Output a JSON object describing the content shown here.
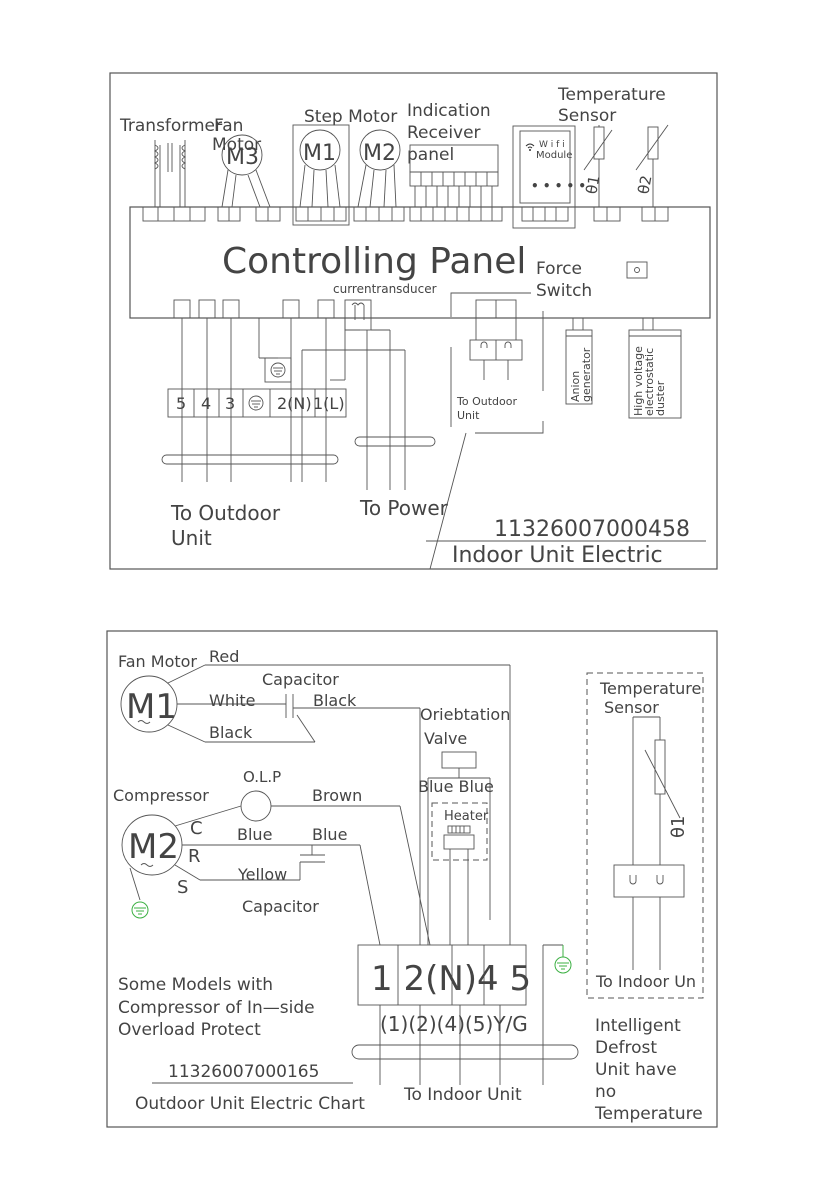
{
  "indoor": {
    "labels": {
      "transformer": "Transformer",
      "fan_motor_1": "Fan",
      "fan_motor_2": "Motor",
      "step_motor": "Step Motor",
      "indication_1": "Indication",
      "indication_2": "Receiver",
      "indication_3": "panel",
      "temp_sensor_1": "Temperature",
      "temp_sensor_2": "Sensor",
      "wifi_1": "W i f i",
      "wifi_2": "Module",
      "m3": "M3",
      "m1": "M1",
      "m2": "M2",
      "theta1": "θ1",
      "theta2": "θ2",
      "panel_title": "Controlling   Panel",
      "current_transducer": "currentransducer",
      "force_1": "Force",
      "force_2": "Switch",
      "term_5": "5",
      "term_4": "4",
      "term_3": "3",
      "term_2n": "2(N)",
      "term_1l": "1(L)",
      "to_outdoor_small_1": "To Outdoor",
      "to_outdoor_small_2": "Unit",
      "anion_1": "Anion",
      "anion_2": "generator",
      "hv_1": "High voltage",
      "hv_2": "electrostatic",
      "hv_3": "duster",
      "to_outdoor_1": "To Outdoor",
      "to_outdoor_2": "Unit",
      "to_power": "To Power",
      "code": "11326007000458",
      "caption": "Indoor Unit Electric"
    }
  },
  "outdoor": {
    "labels": {
      "fan_motor": "Fan Motor",
      "red": "Red",
      "capacitor_top": "Capacitor",
      "white": "White",
      "black_1": "Black",
      "black_2": "Black",
      "m1": "M1",
      "orientation_1": "Oriebtation",
      "orientation_2": "Valve",
      "blue_blue": "Blue Blue",
      "heater": "Heater",
      "olp": "O.L.P",
      "compressor": "Compressor",
      "brown": "Brown",
      "m2": "M2",
      "c": "C",
      "r": "R",
      "s": "S",
      "blue_1": "Blue",
      "blue_2": "Blue",
      "yellow": "Yellow",
      "capacitor_bottom": "Capacitor",
      "terminal_block": "1 2(N)4  5",
      "temp_sensor_1": "Temperature",
      "temp_sensor_2": "Sensor",
      "theta1": "θ1",
      "to_indoor_right": "To Indoor Un",
      "note_1": "Some Models with",
      "note_2": "Compressor of In—side",
      "note_3": "Overload Protect",
      "wire_labels": "(1)(2)(4)(5)Y/G",
      "defrost_1": "Intelligent",
      "defrost_2": "Defrost",
      "defrost_3": "Unit have",
      "defrost_4": "no",
      "defrost_5": "Temperature",
      "code": "11326007000165",
      "caption": "Outdoor Unit Electric Chart",
      "to_indoor": "To Indoor Unit"
    }
  }
}
